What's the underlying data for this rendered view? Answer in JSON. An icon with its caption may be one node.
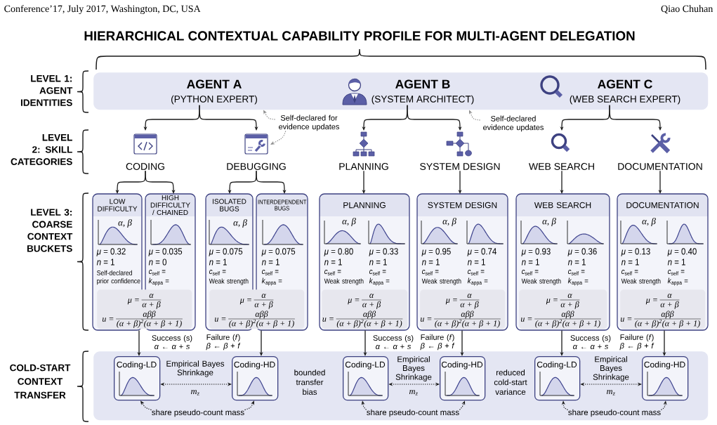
{
  "diagram": {
    "title": "HIERARCHICAL CONTEXTUAL CAPABILITY PROFILE FOR MULTI-AGENT DELEGATION",
    "nodes": [
      {
        "text": [],
        "shape": "box"
      },
      {
        "text": [
          "AGENT A",
          "(PYTHON EXPERT)"
        ],
        "in": 0
      },
      {
        "text": [
          "AGENT B",
          "(SYSTEM ARCHITECT)"
        ],
        "in": 0
      },
      {
        "text": [
          "AGENT C",
          "(WEB SEARCH EXPERT)"
        ],
        "in": 0
      },
      {
        "text": [
          "Self-declared for evidence updates"
        ]
      },
      {
        "text": [
          "Self-declared evidence updates"
        ]
      },
      {
        "text": [
          "CODING"
        ]
      },
      {
        "text": [
          "DEBUGGING"
        ]
      },
      {
        "text": [
          "PLANNING"
        ]
      },
      {
        "text": [
          "SYSTEM DESIGN"
        ]
      },
      {
        "text": [
          "WEB SEARCH"
        ]
      },
      {
        "text": [
          "DOCUMENTATION"
        ]
      },
      {
        "text": [
          "LOW DIFFICULTY",
          "α, β",
          "*μ* = 0.32",
          "*n* = 1",
          "Self-declared prior confidence"
        ]
      },
      {
        "text": [
          "HIGH DIFFICULTY / CHAINED",
          "*μ* = 0.035",
          "*n* = 0",
          "*c*$_{self}$ =",
          "*k*$_{appa}$ ="
        ]
      },
      {
        "text": [
          "ISOLATED BUGS",
          "α, β",
          "*μ* = 0.075",
          "*n* = 1",
          "*c*$_{self}$ =",
          "Weak strength"
        ]
      },
      {
        "text": [
          "INTERDEPENDENT BUGS",
          "*μ* = 0.075",
          "*n* = 1",
          "*c*$_{self}$ =",
          "*k*$_{appa}$ ="
        ]
      },
      {
        "text": [
          "μ =",
          "α",
          "α + β",
          "u =",
          "αββ",
          "(α + β)$^{2}$(α + β + 1)"
        ]
      },
      {
        "text": [
          "μ =",
          "α",
          "α + β",
          "u =",
          "αββ",
          "(α + β)$^{2}$(α + β + 1)"
        ]
      },
      {
        "text": [
          "PLANNING",
          "α, β",
          "*μ* = 0.80",
          "*n* = 1",
          "*c*$_{self}$ =",
          "Weak strength",
          "*μ* = 0.33",
          "*n* = 1",
          "*c*$_{self}$ =",
          "*k*$_{appa}$ ="
        ]
      },
      {
        "text": [
          "μ =",
          "α",
          "α + β",
          "u =",
          "αββ",
          "(α + β)$^{2}$(α + β + 1)"
        ],
        "in": 18
      },
      {
        "text": [
          "SYSTEM DESIGN",
          "α, β",
          "*μ* = 0.95",
          "*n* = 1",
          "*c*$_{self}$ =",
          "Weak strength",
          "*μ* = 0.74",
          "*n* = 1",
          "*c*$_{self}$ =",
          "*k*$_{appa}$ ="
        ]
      },
      {
        "text": [
          "μ =",
          "α",
          "α + β",
          "u =",
          "αββ",
          "(α + β)$^{2}$(α + β + 1)"
        ],
        "in": 20
      },
      {
        "text": [
          "WEB SEARCH",
          "α, β",
          "*μ* = 0.93",
          "*n* = 1",
          "*c*$_{self}$ =",
          "Weak strength",
          "*μ* = 0.36",
          "*n* = 1",
          "*c*$_{self}$ =",
          "*k*$_{appa}$ ="
        ]
      },
      {
        "text": [
          "μ =",
          "α",
          "α + β",
          "u =",
          "αββ",
          "(α + β)$^{2}$(α + β + 1)"
        ],
        "in": 22
      },
      {
        "text": [
          "DOCUMENTATION",
          "α, β",
          "*μ* = 0.13",
          "*n* = 1",
          "*c*$_{self}$ =",
          "Weak strength",
          "*μ* = 0.40",
          "*n* = 1",
          "*c*$_{self}$ =",
          "*k*$_{appa}$ ="
        ]
      },
      {
        "text": [
          "μ =",
          "α",
          "α + β",
          "u =",
          "αββ",
          "(α + β)$^{2}$(α + β + 1)"
        ],
        "in": 24
      },
      {
        "text": [],
        "shape": "box"
      },
      {
        "text": [
          "Coding-LD"
        ],
        "in": 26
      },
      {
        "text": [
          "Coding-HD"
        ],
        "in": 26
      },
      {
        "text": [
          "share pseudo-count mass"
        ],
        "in": 26
      },
      {
        "text": [
          "Coding-LD"
        ],
        "in": 26
      },
      {
        "text": [
          "Coding-HD"
        ],
        "in": 26
      },
      {
        "text": [
          "share pseudo-count mass"
        ],
        "in": 26
      },
      {
        "text": [
          "Coding-LD"
        ],
        "in": 26
      },
      {
        "text": [
          "Coding-HD"
        ],
        "in": 26
      },
      {
        "text": [
          "share pseudo-count mass"
        ],
        "in": 26
      }
    ],
    "edges": [
      {
        "from": 1,
        "to": 6,
        "arrow": "to"
      },
      {
        "from": 1,
        "to": 7,
        "arrow": "to"
      },
      {
        "from": 2,
        "to": 8,
        "arrow": "to"
      },
      {
        "from": 2,
        "to": 9,
        "arrow": "to"
      },
      {
        "from": 3,
        "to": 10,
        "arrow": "to"
      },
      {
        "from": 3,
        "to": 11,
        "arrow": "to"
      },
      {
        "from": 4,
        "to": 0,
        "arrow": "to",
        "style": "dashed",
        "color": "#8c8c8c"
      },
      {
        "from": 4,
        "to": 7,
        "arrow": "to",
        "style": "dashed",
        "color": "#8c8c8c"
      },
      {
        "from": 5,
        "to": 0,
        "arrow": "to",
        "style": "dashed",
        "color": "#8c8c8c"
      },
      {
        "from": 6,
        "to": 12,
        "arrow": "to"
      },
      {
        "from": 6,
        "to": 13,
        "arrow": "to"
      },
      {
        "from": 7,
        "to": 14,
        "arrow": "to"
      },
      {
        "from": 7,
        "to": 15,
        "arrow": "to"
      },
      {
        "from": 8,
        "to": 18,
        "arrow": "to"
      },
      {
        "from": 9,
        "to": 20,
        "arrow": "to"
      },
      {
        "from": 10,
        "to": 22,
        "arrow": "to"
      },
      {
        "from": 11,
        "to": 24,
        "arrow": "to"
      },
      {
        "from": 12,
        "to": 27,
        "arrow": "to",
        "label": "Success (s) *α* ← *α* + *s*"
      },
      {
        "from": 15,
        "to": 28,
        "arrow": "to",
        "label": "Failure (*f*) *β* ← *β* + *f*"
      },
      {
        "from": 18,
        "to": 30,
        "arrow": "to",
        "label": "Success (s) *α* ← *α* + *s*"
      },
      {
        "from": 20,
        "to": 31,
        "arrow": "to",
        "label": "Failure (*f*) *β* ← *β* + *f*"
      },
      {
        "from": 22,
        "to": 33,
        "arrow": "to",
        "label": "Success (s) *α* ← *α* + *s*"
      },
      {
        "from": 24,
        "to": 34,
        "arrow": "to",
        "label": "Failure (*f*) *β* ← *β* + *f*"
      },
      {
        "from": 27,
        "to": 28,
        "arrow": "both",
        "style": "dashed",
        "label": "Empirical Bayes Shrinkage"
      },
      {
        "from": 29,
        "to": 27,
        "arrow": "to",
        "style": "dashed"
      },
      {
        "from": 29,
        "to": 28,
        "arrow": "to",
        "style": "dashed"
      },
      {
        "from": 30,
        "to": 31,
        "arrow": "both",
        "style": "dashed",
        "label": "Empirical Bayes Shrinkage"
      },
      {
        "from": 32,
        "to": 30,
        "arrow": "to",
        "style": "dashed"
      },
      {
        "from": 32,
        "to": 31,
        "arrow": "to",
        "style": "dashed"
      },
      {
        "from": 33,
        "to": 34,
        "arrow": "both",
        "style": "dashed",
        "label": "Empirical Bayes Shrinkage"
      },
      {
        "from": 35,
        "to": 33,
        "arrow": "to",
        "style": "dashed"
      },
      {
        "from": 35,
        "to": 34,
        "arrow": "to",
        "style": "dashed"
      }
    ],
    "labels": [
      "Conference’17, July 2017, Washington, DC, USA",
      "Qiao Chuhan",
      "LEVEL 1: AGENT IDENTITIES",
      "LEVEL 2: SKILL CATEGORIES",
      "LEVEL 3: COARSE CONTEXT BUCKETS",
      "COLD-START CONTEXT TRANSFER",
      "m$_{z}$",
      "bounded transfer bias",
      "m$_{z}$",
      "reduced cold-start variance",
      "m$_{z}$"
    ]
  }
}
